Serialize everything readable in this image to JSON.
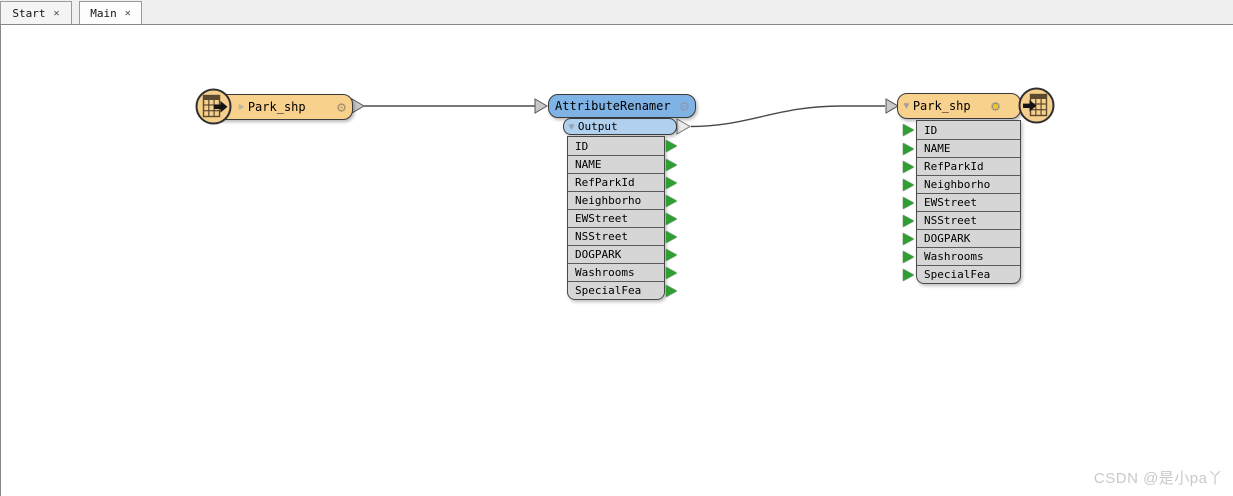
{
  "tabs": [
    {
      "label": "Start"
    },
    {
      "label": "Main"
    }
  ],
  "icons": {
    "close": "✕",
    "gear": "⚙",
    "collapse_right": "▶",
    "collapse_down": "▼"
  },
  "canvas": {
    "reader_node": {
      "label": "Park_shp"
    },
    "transformer": {
      "label": "AttributeRenamer",
      "output_port": "Output",
      "attributes": [
        "ID",
        "NAME",
        "RefParkId",
        "Neighborho",
        "EWStreet",
        "NSStreet",
        "DOGPARK",
        "Washrooms",
        "SpecialFea"
      ]
    },
    "writer_node": {
      "label": "Park_shp",
      "attributes": [
        "ID",
        "NAME",
        "RefParkId",
        "Neighborho",
        "EWStreet",
        "NSStreet",
        "DOGPARK",
        "Washrooms",
        "SpecialFea"
      ]
    }
  },
  "watermark": "CSDN @是小pa丫",
  "colors": {
    "orange": "#f8d18c",
    "blue": "#7fb2e5",
    "lightblue": "#b0d0ee",
    "rowgray": "#d6d6d6",
    "green": "#2f9e33",
    "yellow": "#f5c414",
    "wire": "#4a4a4a",
    "porttri": "#c8c8c8"
  }
}
